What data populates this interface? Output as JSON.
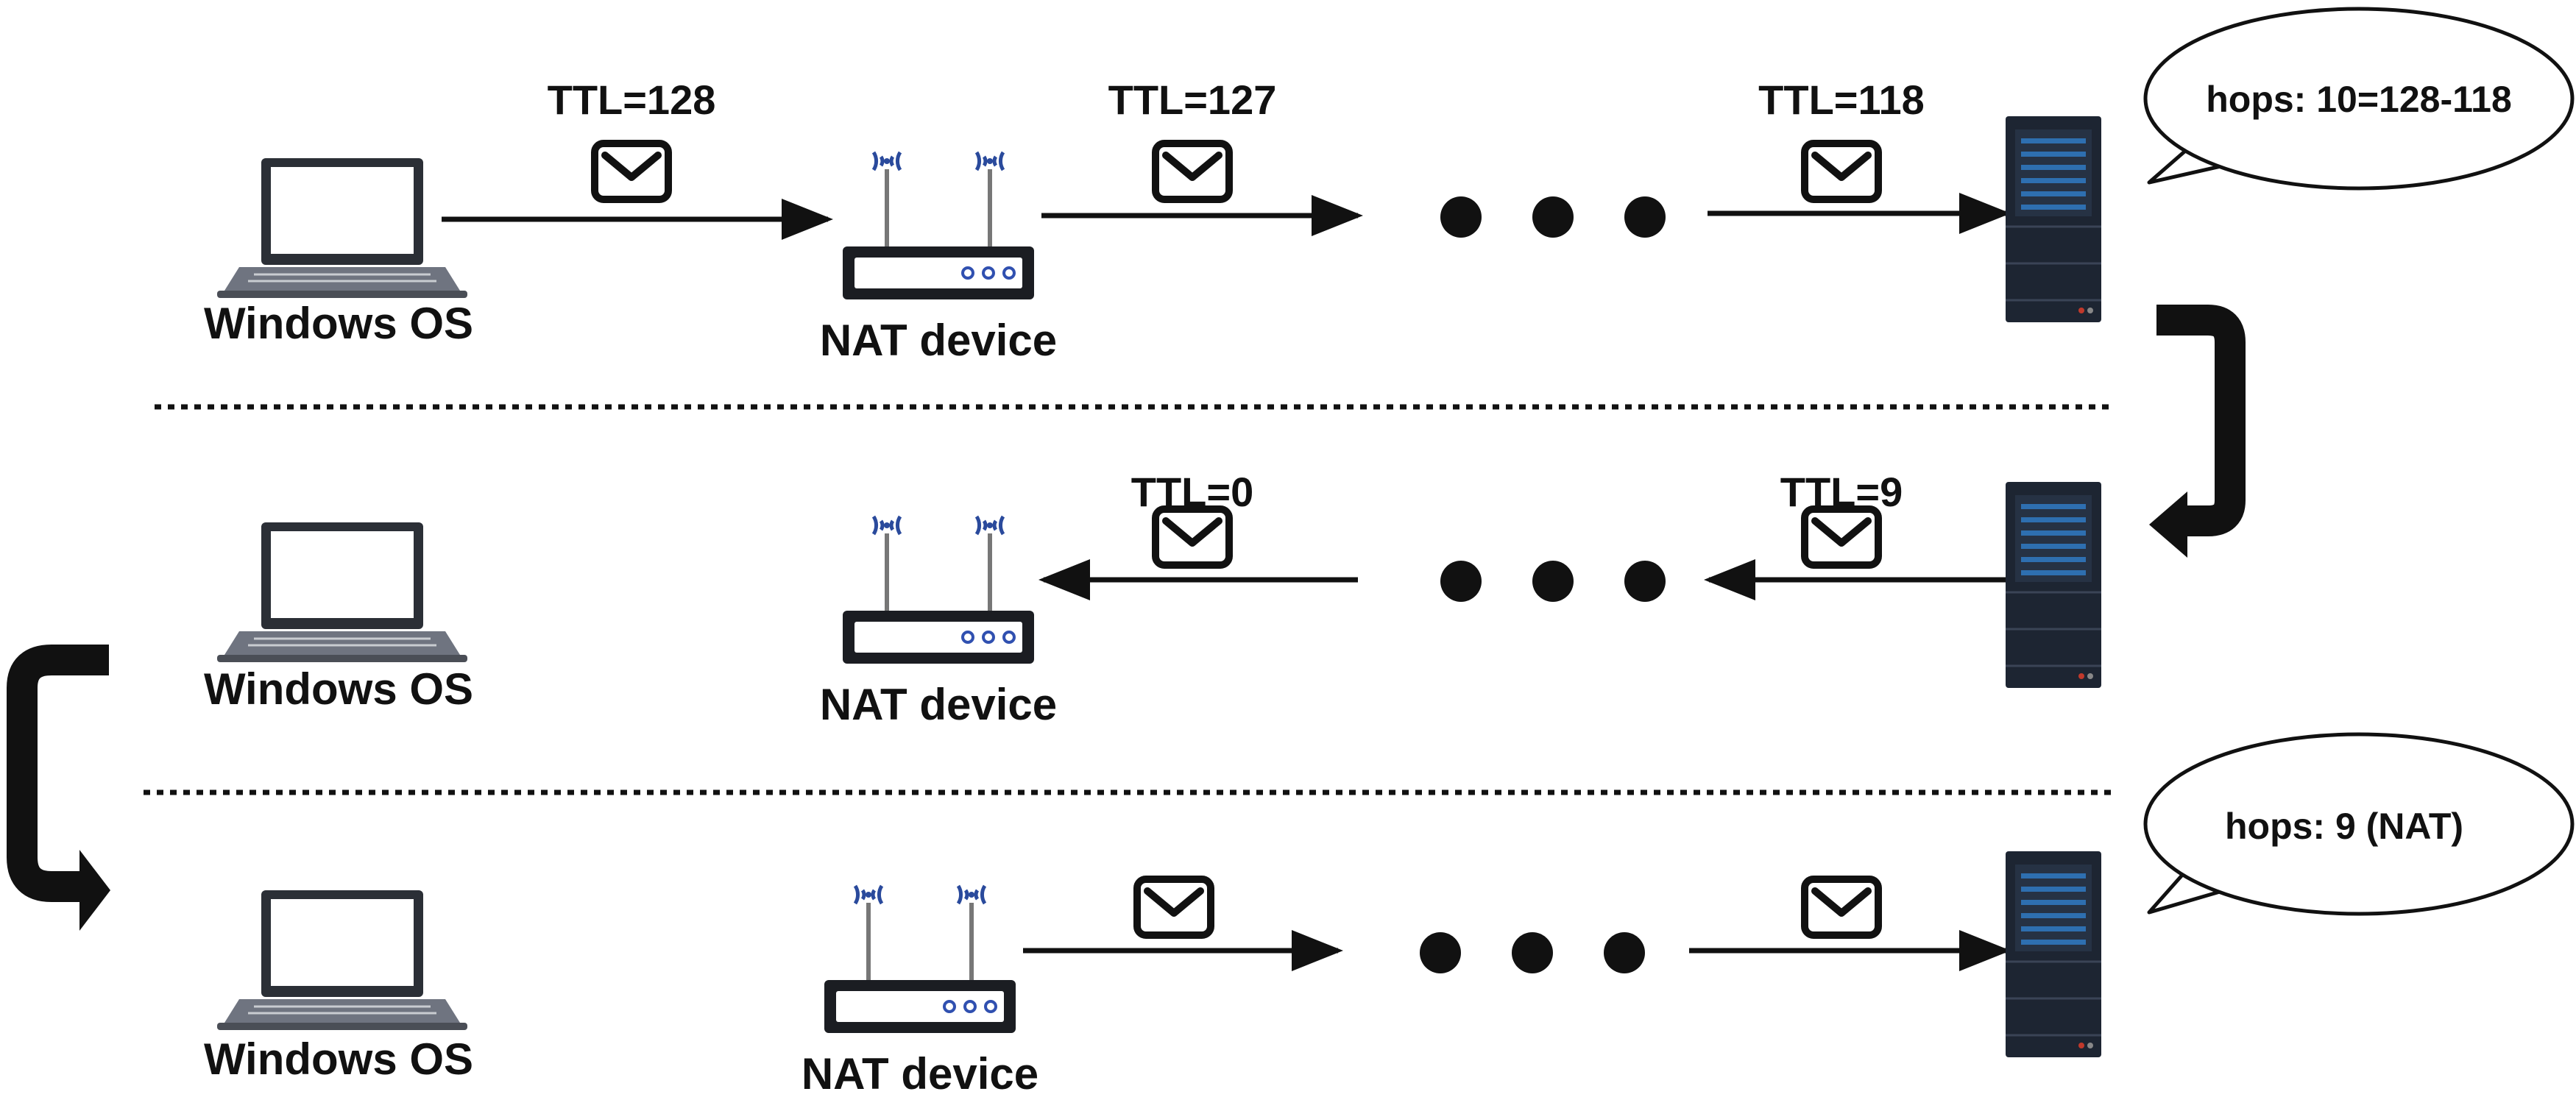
{
  "rows": [
    {
      "laptop_label": "Windows OS",
      "router_label": "NAT device",
      "ttl_labels": [
        "TTL=128",
        "TTL=127",
        "TTL=118"
      ],
      "bubble": "hops: 10=128-118"
    },
    {
      "laptop_label": "Windows OS",
      "router_label": "NAT device",
      "ttl_labels": [
        "TTL=0",
        "TTL=9"
      ]
    },
    {
      "laptop_label": "Windows OS",
      "router_label": "NAT device",
      "bubble": "hops: 9 (NAT)"
    }
  ],
  "colors": {
    "ink": "#111111",
    "wifi": "#2a4a9c",
    "router_led": "#3050b0",
    "server_body": "#1d2532",
    "server_stripe": "#2e6fb0",
    "laptop_screen": "#8a8f96",
    "laptop_base": "#6f7480"
  },
  "icons": [
    "laptop-icon",
    "router-icon",
    "server-icon",
    "envelope-icon",
    "wifi-icon",
    "ellipsis-dots",
    "curved-arrow"
  ]
}
